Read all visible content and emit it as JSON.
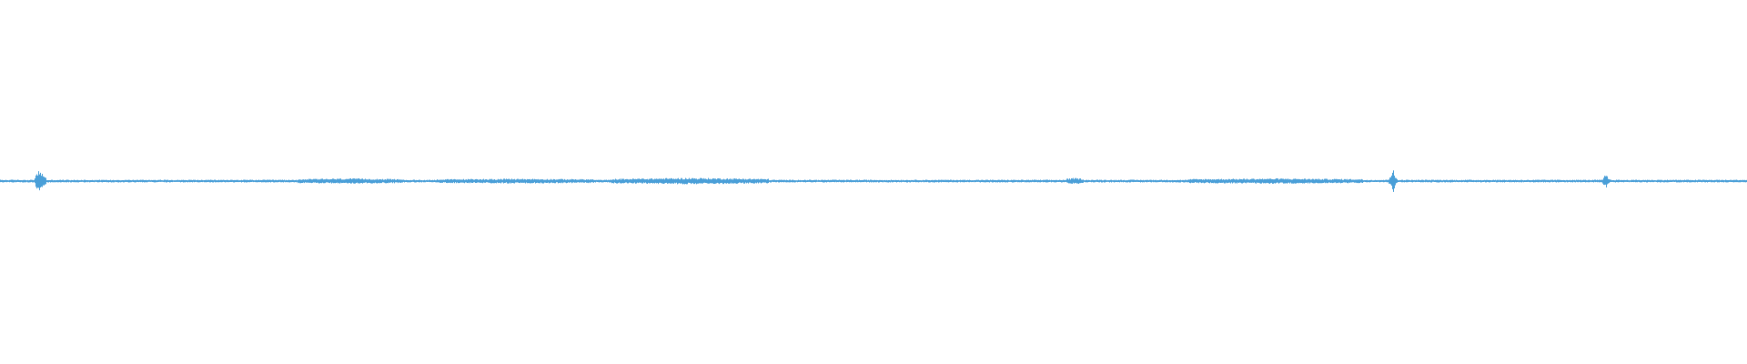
{
  "waveform": {
    "color": "#4a9fd8",
    "background": "#ffffff",
    "baseline_noise": 0.05,
    "peaks": [
      {
        "position": 0.022,
        "amplitude": 0.55
      },
      {
        "position": 0.024,
        "amplitude": 0.4
      },
      {
        "position": 0.797,
        "amplitude": 0.5
      },
      {
        "position": 0.919,
        "amplitude": 0.3
      }
    ],
    "dense_regions": [
      {
        "start": 0.17,
        "end": 0.23,
        "amplitude": 0.1
      },
      {
        "start": 0.25,
        "end": 0.34,
        "amplitude": 0.09
      },
      {
        "start": 0.35,
        "end": 0.44,
        "amplitude": 0.12
      },
      {
        "start": 0.61,
        "end": 0.62,
        "amplitude": 0.12
      },
      {
        "start": 0.68,
        "end": 0.78,
        "amplitude": 0.1
      }
    ]
  }
}
